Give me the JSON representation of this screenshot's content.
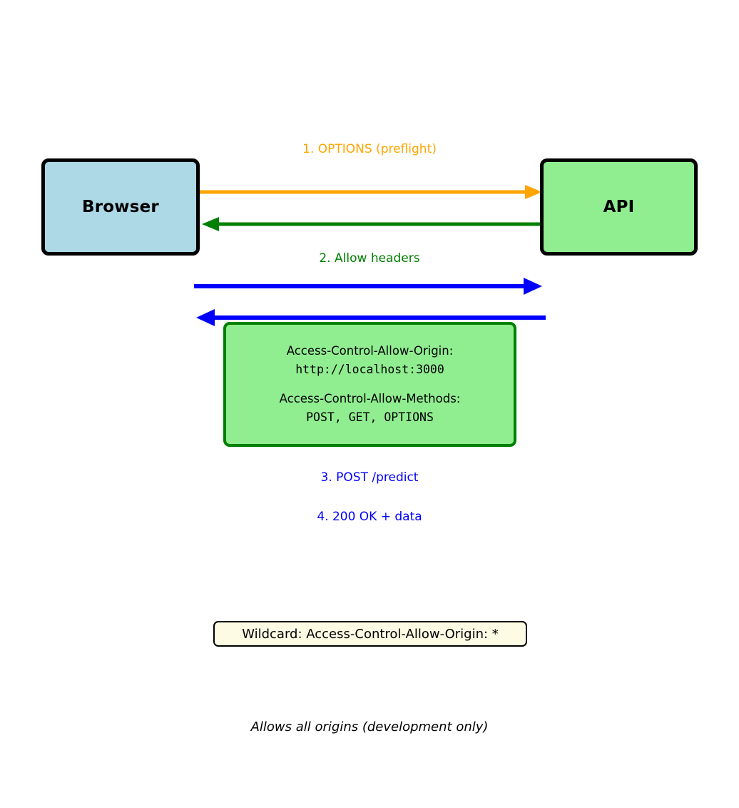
{
  "diagram": {
    "title": "CORS preflight sequence diagram",
    "nodes": {
      "browser": {
        "label": "Browser",
        "fill": "#add8e6",
        "stroke": "#000000"
      },
      "api": {
        "label": "API",
        "fill": "#90ee90",
        "stroke": "#000000"
      }
    },
    "edges": [
      {
        "id": "options",
        "label": "1. OPTIONS (preflight)",
        "color": "#ffa500",
        "direction": "browser-to-api"
      },
      {
        "id": "allow",
        "label": "2. Allow headers",
        "color": "#008000",
        "direction": "api-to-browser"
      },
      {
        "id": "post",
        "label": "3. POST /predict",
        "color": "#0000ff",
        "direction": "browser-to-api"
      },
      {
        "id": "response",
        "label": "4. 200 OK + data",
        "color": "#0000ff",
        "direction": "api-to-browser"
      }
    ],
    "headers_box": {
      "fill": "#90ee90",
      "stroke": "#008000",
      "entries": [
        {
          "name": "Access-Control-Allow-Origin:",
          "value": "http://localhost:3000"
        },
        {
          "name": "Access-Control-Allow-Methods:",
          "value": "POST, GET, OPTIONS"
        }
      ]
    },
    "wildcard_note": {
      "text": "Wildcard: Access-Control-Allow-Origin: *",
      "fill": "#fdfbe4",
      "stroke": "#000000"
    },
    "caption": "Allows all origins (development only)"
  }
}
